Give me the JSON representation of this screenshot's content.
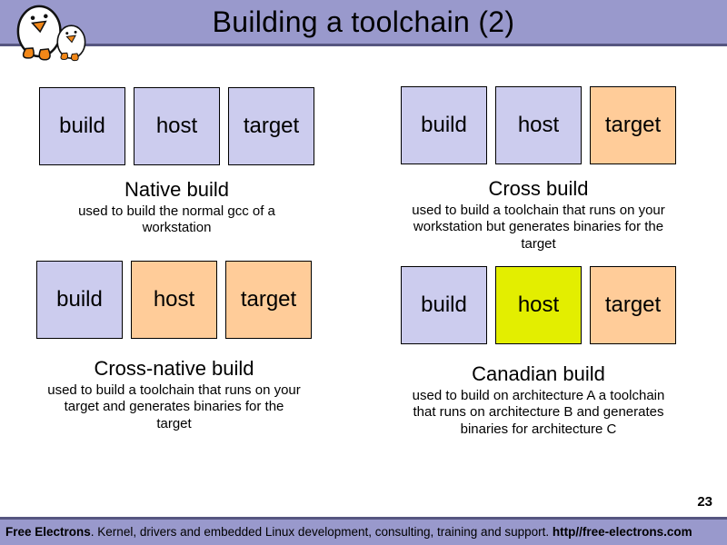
{
  "header": {
    "title": "Building a toolchain (2)"
  },
  "page_number": "23",
  "quadrants": [
    {
      "title": "Native build",
      "description": "used to build the normal gcc of a\nworkstation",
      "boxes": [
        {
          "label": "build",
          "color": "lavender"
        },
        {
          "label": "host",
          "color": "lavender"
        },
        {
          "label": "target",
          "color": "lavender"
        }
      ]
    },
    {
      "title": "Cross build",
      "description": "used to build a toolchain that runs on your\nworkstation but generates binaries for the\ntarget",
      "boxes": [
        {
          "label": "build",
          "color": "lavender"
        },
        {
          "label": "host",
          "color": "lavender"
        },
        {
          "label": "target",
          "color": "orange"
        }
      ]
    },
    {
      "title": "Cross-native build",
      "description": "used to build a toolchain that runs on your\ntarget and generates binaries for the\ntarget",
      "boxes": [
        {
          "label": "build",
          "color": "lavender"
        },
        {
          "label": "host",
          "color": "orange"
        },
        {
          "label": "target",
          "color": "orange"
        }
      ]
    },
    {
      "title": "Canadian build",
      "description": "used to build on architecture A a toolchain\nthat runs on architecture B and generates\nbinaries for architecture C",
      "boxes": [
        {
          "label": "build",
          "color": "lavender"
        },
        {
          "label": "host",
          "color": "yellow_green"
        },
        {
          "label": "target",
          "color": "orange"
        }
      ]
    }
  ],
  "footer": {
    "brand": "Free Electrons",
    "text": ". Kernel, drivers and embedded Linux development, consulting, training and support. ",
    "url": "http//free-electrons.com"
  },
  "colors": {
    "bar": "#9999cc",
    "bar_border": "#565680",
    "lavender": "#ccccee",
    "orange": "#ffcc99",
    "yellow_green": "#e3ee00",
    "penguin_orange": "#f28718"
  }
}
